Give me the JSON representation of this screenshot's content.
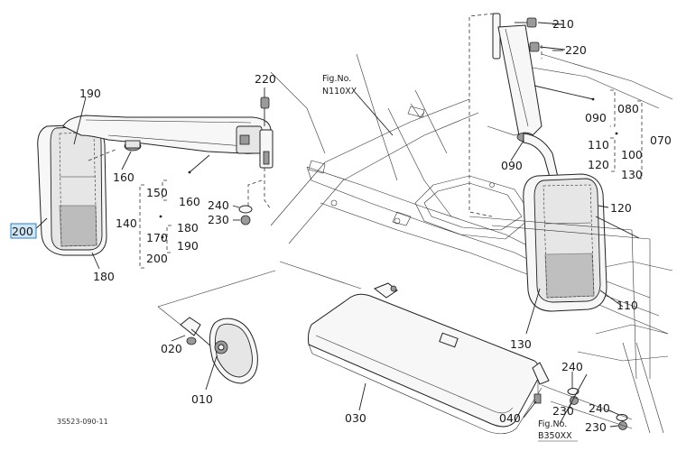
{
  "diagram": {
    "selected_part": "200",
    "footer_code": "3S523-090-11",
    "fig_refs": {
      "top": {
        "line1": "Fig.No.",
        "line2": "N110XX"
      },
      "bottom": {
        "line1": "Fig.No.",
        "line2": "B350XX"
      }
    },
    "labels": {
      "p190": "190",
      "p200": "200",
      "p180": "180",
      "p160a": "160",
      "p220a": "220",
      "p150": "150",
      "p160b": "160",
      "p140": "140",
      "p180b": "180",
      "p170": "170",
      "p190b": "190",
      "p200b": "200",
      "p240a": "240",
      "p230a": "230",
      "p210": "210",
      "p220b": "220",
      "p090a": "090",
      "p080": "080",
      "p110a": "110",
      "p100": "100",
      "p070": "070",
      "p120a": "120",
      "p130a": "130",
      "p090b": "090",
      "p120b": "120",
      "p110b": "110",
      "p130b": "130",
      "p020": "020",
      "p010": "010",
      "p030": "030",
      "p040": "040",
      "p240b": "240",
      "p230b": "230",
      "p240c": "240",
      "p230c": "230"
    }
  }
}
